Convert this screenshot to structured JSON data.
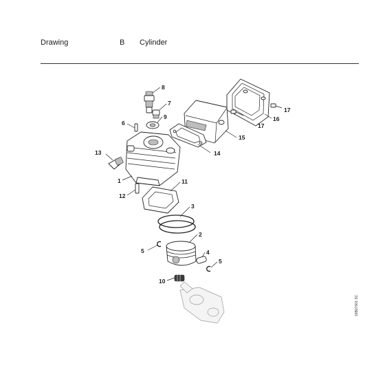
{
  "header": {
    "drawing_label": "Drawing",
    "group_letter": "B",
    "title": "Cylinder"
  },
  "callouts": {
    "c1": "1",
    "c2": "2",
    "c3": "3",
    "c4": "4",
    "c5a": "5",
    "c5b": "5",
    "c6": "6",
    "c7": "7",
    "c8": "8",
    "c9": "9",
    "c10": "10",
    "c11": "11",
    "c12": "12",
    "c13": "13",
    "c14": "14",
    "c15": "15",
    "c16": "16",
    "c17a": "17",
    "c17b": "17"
  },
  "drawing_ref": "16B27001 SC"
}
